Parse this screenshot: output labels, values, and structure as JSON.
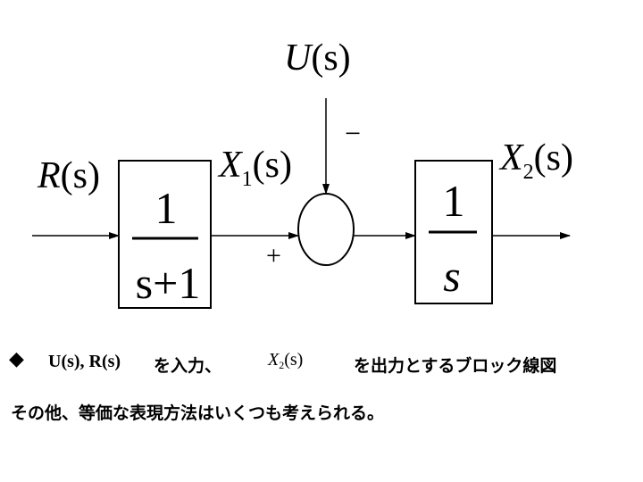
{
  "diagram": {
    "input_u": {
      "symbol": "U",
      "arg": "(s)"
    },
    "input_r": {
      "symbol": "R",
      "arg": "(s)"
    },
    "signal_x1": {
      "symbol": "X",
      "subscript": "1",
      "arg": "(s)"
    },
    "signal_x2": {
      "symbol": "X",
      "subscript": "2",
      "arg": "(s)"
    },
    "block_1": {
      "numerator": "1",
      "denominator": "s+1"
    },
    "block_2": {
      "numerator": "1",
      "denominator": "s"
    },
    "summing_junction": {
      "minus_sign": "−",
      "plus_sign": "+"
    }
  },
  "notes": {
    "line_1": {
      "bullet": "◆",
      "inputs": "U(s), R(s)",
      "inputs_suffix": "を入力、",
      "output_symbol": "X",
      "output_subscript": "2",
      "output_arg": "(s)",
      "output_suffix": "を出力とするブロック線図"
    },
    "line_2": "その他、等価な表現方法はいくつも考えられる。"
  }
}
